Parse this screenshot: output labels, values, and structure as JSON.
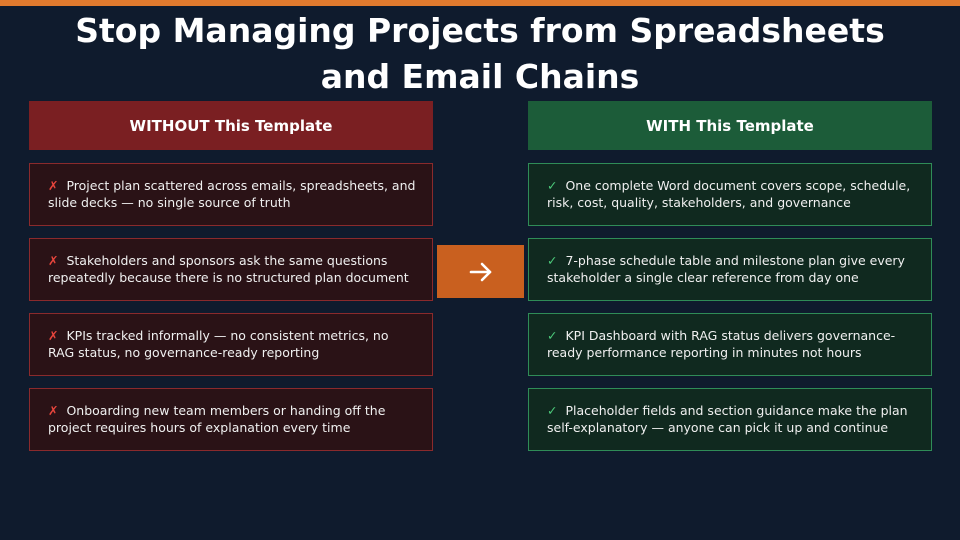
{
  "title": "Stop Managing Projects from Spreadsheets and Email Chains",
  "colors": {
    "background": "#0f1b2d",
    "accent_bar": "#e07a2e",
    "without_header": "#7a1f22",
    "with_header": "#1c5c39",
    "arrow_box": "#c9601f"
  },
  "without": {
    "header": "WITHOUT This Template",
    "mark": "✗",
    "items": [
      "Project plan scattered across emails, spreadsheets, and slide decks — no single source of truth",
      "Stakeholders and sponsors ask the same questions repeatedly because there is no structured plan document",
      "KPIs tracked informally — no consistent metrics, no RAG status, no governance-ready reporting",
      "Onboarding new team members or handing off the project requires hours of explanation every time"
    ]
  },
  "with": {
    "header": "WITH This Template",
    "mark": "✓",
    "items": [
      "One complete Word document covers scope, schedule, risk, cost, quality, stakeholders, and governance",
      "7-phase schedule table and milestone plan give every stakeholder a single clear reference from day one",
      "KPI Dashboard with RAG status delivers governance-ready performance reporting in minutes not hours",
      "Placeholder fields and section guidance make the plan self-explanatory — anyone can pick it up and continue"
    ]
  },
  "arrow_icon": "arrow-right-icon"
}
